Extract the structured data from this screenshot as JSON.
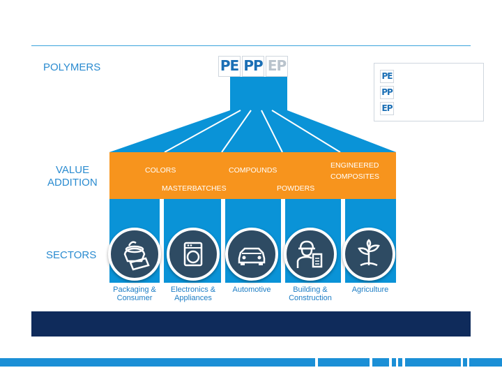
{
  "labels": {
    "polymers": "POLYMERS",
    "value_addition_1": "VALUE",
    "value_addition_2": "ADDITION",
    "sectors": "SECTORS"
  },
  "polymer_badges": [
    "PE",
    "PP",
    "EP"
  ],
  "legend_badges": [
    "PE",
    "PP",
    "EP"
  ],
  "value_addition_items": {
    "colors": "COLORS",
    "compounds": "COMPOUNDS",
    "engineered_1": "ENGINEERED",
    "engineered_2": "COMPOSITES",
    "masterbatches": "MASTERBATCHES",
    "powders": "POWDERS"
  },
  "sectors": [
    {
      "line1": "Packaging &",
      "line2": "Consumer",
      "icon": "packaging-icon"
    },
    {
      "line1": "Electronics &",
      "line2": "Appliances",
      "icon": "washing-machine-icon"
    },
    {
      "line1": "Automotive",
      "line2": "",
      "icon": "car-icon"
    },
    {
      "line1": "Building &",
      "line2": "Construction",
      "icon": "worker-icon"
    },
    {
      "line1": "Agriculture",
      "line2": "",
      "icon": "plant-icon"
    }
  ],
  "colors": {
    "accent_blue": "#0a93d7",
    "orange": "#f7941d",
    "navy": "#0f2b5b",
    "circle": "#2e4b63",
    "label_blue": "#2a8bd0"
  }
}
